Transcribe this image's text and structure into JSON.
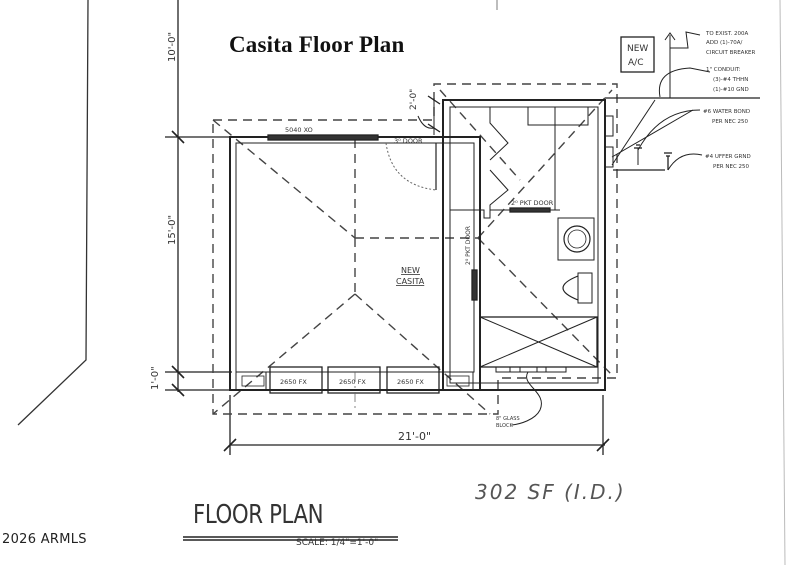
{
  "title": "Casita Floor Plan",
  "drawing": {
    "label": "FLOOR PLAN",
    "scale": "SCALE: 1/4\"=1'-0\"",
    "area_note": "302 SF (I.D.)",
    "room_label_line1": "NEW",
    "room_label_line2": "CASITA",
    "new_ac_line1": "NEW",
    "new_ac_line2": "A/C"
  },
  "dimensions": {
    "top_setback": "10'-0\"",
    "depth": "15'-0\"",
    "bottom_offset": "1'-0\"",
    "width": "21'-0\"",
    "door_offset": "2'-0\""
  },
  "windows": {
    "top": "5040 XO",
    "bottom": [
      "2650 FX",
      "2650 FX",
      "2650 FX"
    ]
  },
  "doors": {
    "entry": "3⁰ DOOR",
    "bath_pocket": "2⁰ PKT DOOR",
    "casita_pocket": "2⁰ PKT DOOR"
  },
  "notes": {
    "electrical_1": [
      "TO EXIST. 200A",
      "ADD (1)-70A/",
      "CIRCUIT BREAKER"
    ],
    "conduit": [
      "1\" CONDUIT:",
      "(3)-#4 THHN",
      "(1)-#10 GND"
    ],
    "water_bond": [
      "#6 WATER BOND",
      "PER NEC 250"
    ],
    "ufer_ground": [
      "#4 UFFER GRND",
      "PER NEC 250"
    ],
    "glass_block": [
      "8\" GLASS",
      "BLOCK"
    ]
  },
  "footer": {
    "copyright": "2026 ARMLS"
  },
  "colors": {
    "line": "#222222",
    "dash": "#444444",
    "window_fill": "#333333",
    "background": "#ffffff"
  }
}
